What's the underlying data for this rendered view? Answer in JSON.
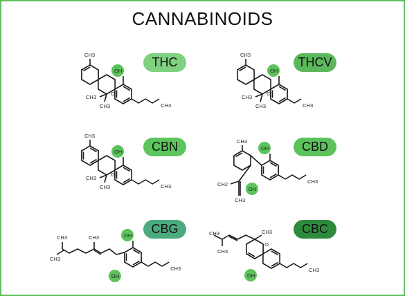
{
  "title": "CANNABINOIDS",
  "colors": {
    "frame": "#5fbd5f",
    "oh_circle": "#5cc25c",
    "thc": "#7fd07f",
    "thcv": "#5cb85c",
    "cbn": "#5cc65c",
    "cbd": "#5cc25c",
    "cbg": "#4caa7f",
    "cbc": "#2e8b3e"
  },
  "labels": {
    "ch3": "CH3",
    "oh": "OH",
    "o": "O",
    "ch2": "CH2"
  },
  "compounds": [
    {
      "name": "THC"
    },
    {
      "name": "THCV"
    },
    {
      "name": "CBN"
    },
    {
      "name": "CBD"
    },
    {
      "name": "CBG"
    },
    {
      "name": "CBC"
    }
  ]
}
